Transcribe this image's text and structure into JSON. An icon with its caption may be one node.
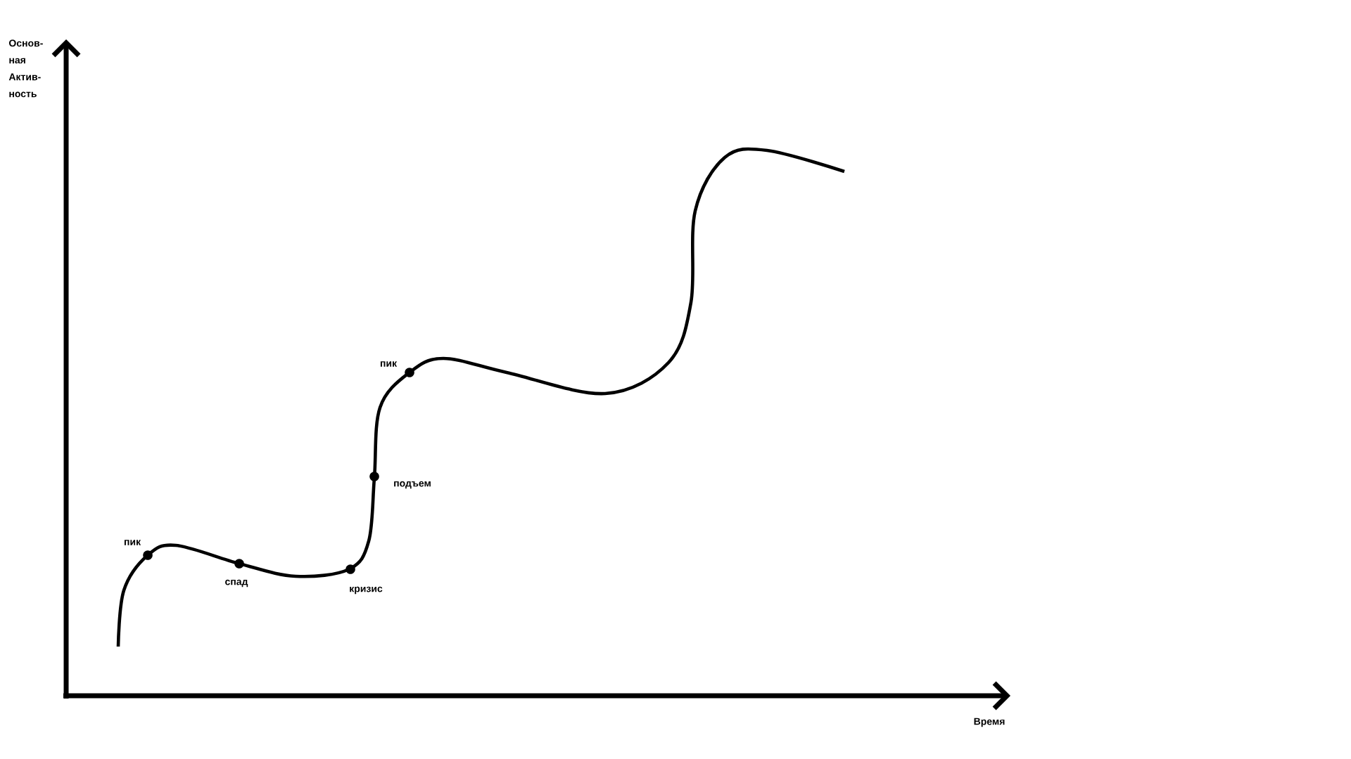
{
  "diagram": {
    "labels": [
      "Основ- ная Актив- ность",
      "пик",
      "подъем",
      "пик",
      "спад",
      "кризис",
      "Время"
    ]
  }
}
